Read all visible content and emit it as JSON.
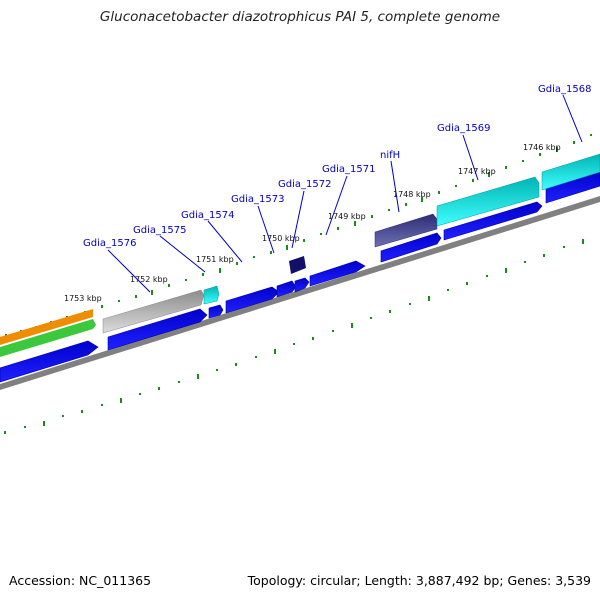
{
  "title": "Gluconacetobacter diazotrophicus PAI 5, complete genome",
  "footer": {
    "accession": "Accession: NC_011365",
    "topology": "Topology: circular; Length: 3,887,492 bp; Genes: 3,539"
  },
  "colors": {
    "cds_blue": "#0000ee",
    "cyan": "#00e6e6",
    "navy": "#10106a",
    "slate": "#4a4a96",
    "grey": "#b4b4b4",
    "orange": "#f08c00",
    "green": "#3cc83c",
    "tick_green": "#1a8a1a",
    "backbone": "#808080"
  },
  "gene_labels": [
    {
      "text": "Gdia_1576"
    },
    {
      "text": "Gdia_1575"
    },
    {
      "text": "Gdia_1574"
    },
    {
      "text": "Gdia_1573"
    },
    {
      "text": "Gdia_1572"
    },
    {
      "text": "Gdia_1571"
    },
    {
      "text": "nifH"
    },
    {
      "text": "Gdia_1569"
    },
    {
      "text": "Gdia_1568"
    }
  ],
  "kbp_labels": [
    {
      "text": "1753 kbp"
    },
    {
      "text": "1752 kbp"
    },
    {
      "text": "1751 kbp"
    },
    {
      "text": "1750 kbp"
    },
    {
      "text": "1749 kbp"
    },
    {
      "text": "1748 kbp"
    },
    {
      "text": "1747 kbp"
    },
    {
      "text": "1746 kbp"
    }
  ]
}
